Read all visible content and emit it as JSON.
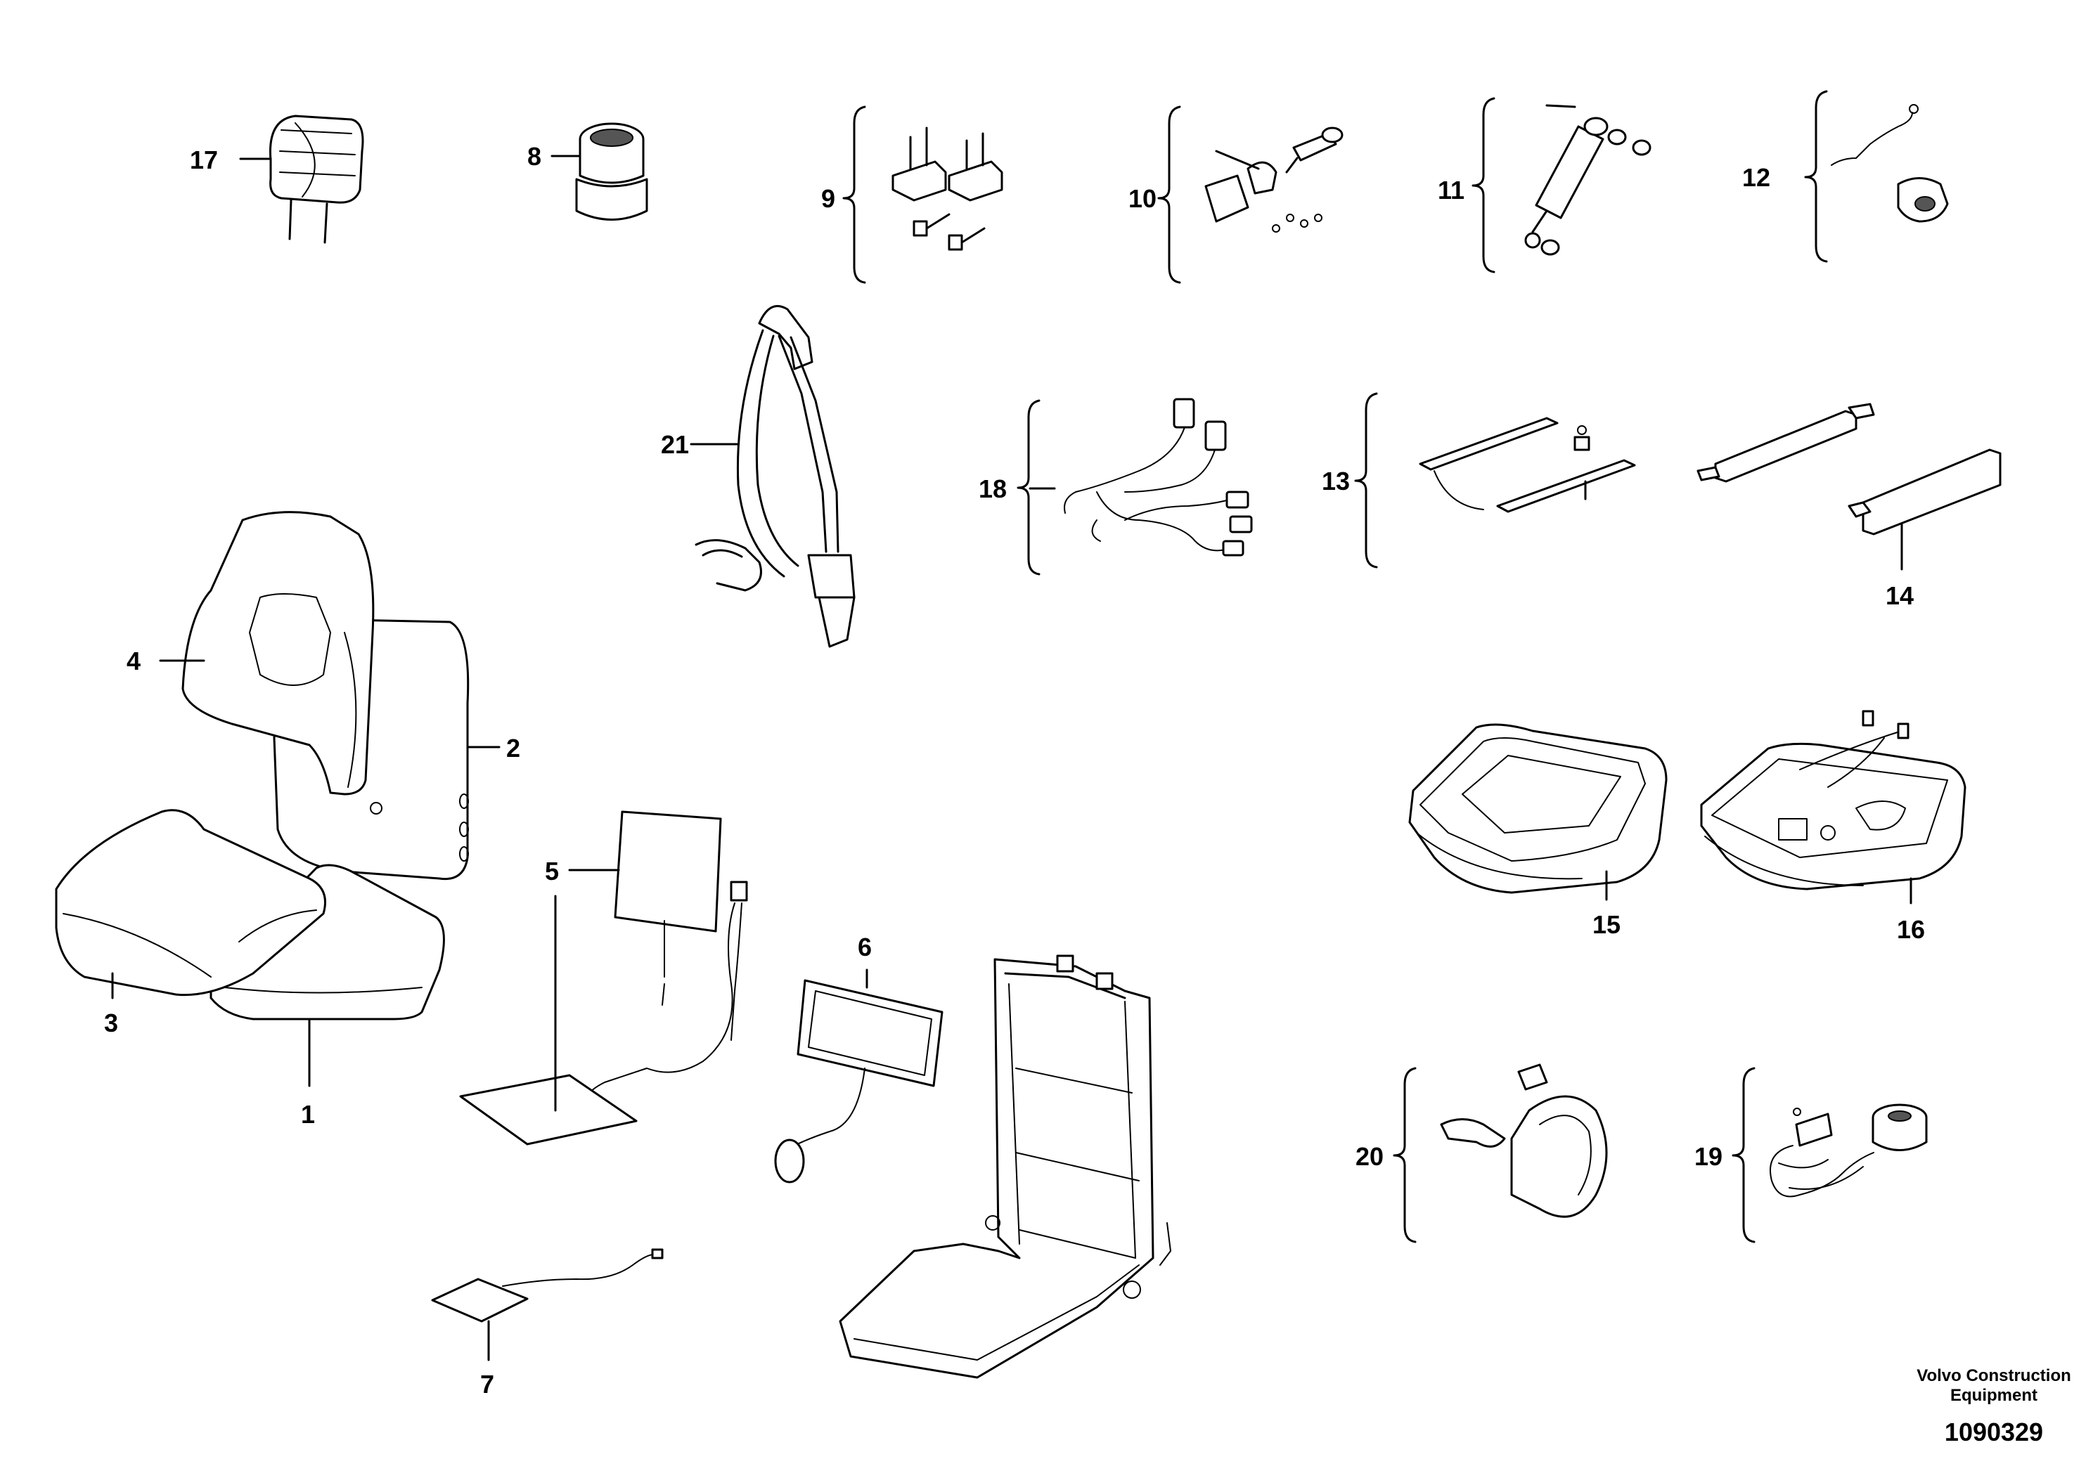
{
  "callouts": {
    "c1": "1",
    "c2": "2",
    "c3": "3",
    "c4": "4",
    "c5": "5",
    "c6": "6",
    "c7": "7",
    "c8": "8",
    "c9": "9",
    "c10": "10",
    "c11": "11",
    "c12": "12",
    "c13": "13",
    "c14": "14",
    "c15": "15",
    "c16": "16",
    "c17": "17",
    "c18": "18",
    "c19": "19",
    "c20": "20",
    "c21": "21"
  },
  "footer": {
    "company_line1": "Volvo Construction",
    "company_line2": "Equipment",
    "drawing_number": "1090329"
  }
}
